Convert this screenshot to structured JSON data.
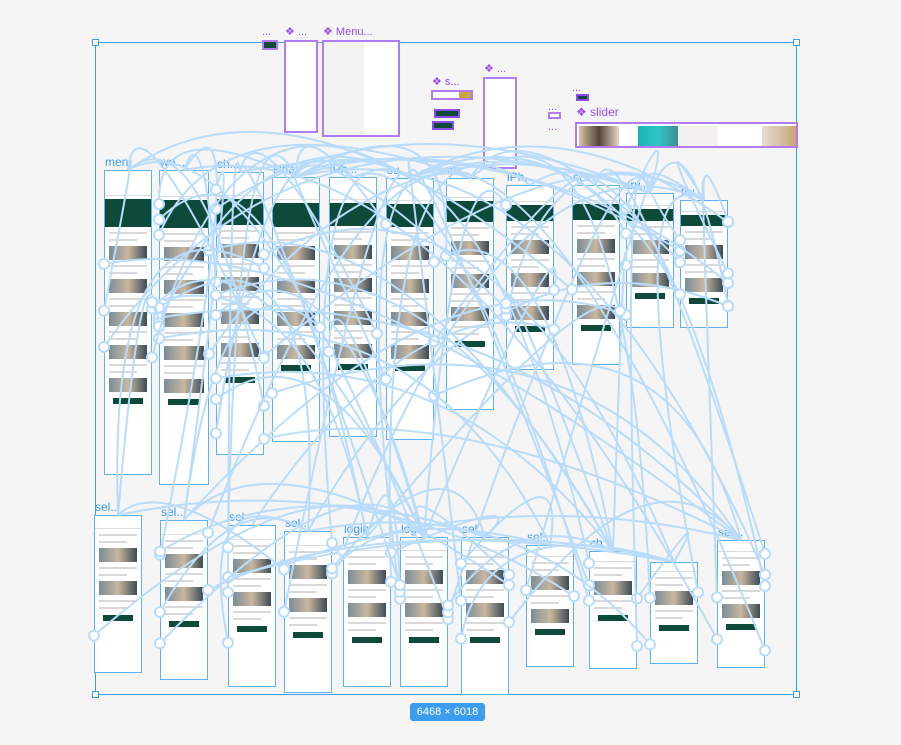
{
  "canvas": {
    "selection_size": "6468 × 6018",
    "accent_color": "#3b9cf0",
    "component_color": "#9a4cf5",
    "brand_color": "#0e4a3a"
  },
  "components": [
    {
      "label": "..."
    },
    {
      "label": "❖ ..."
    },
    {
      "label": "❖ Menu..."
    },
    {
      "label": "❖ s..."
    },
    {
      "label": "❖ ..."
    },
    {
      "label": "..."
    },
    {
      "label": "..."
    },
    {
      "label": "..."
    },
    {
      "label": "❖ slider"
    }
  ],
  "frames_top": [
    {
      "label": "men"
    },
    {
      "label": "wo..."
    },
    {
      "label": "ch..."
    },
    {
      "label": "kida"
    },
    {
      "label": "iPh..."
    },
    {
      "label": "su..."
    },
    {
      "label": "ch..."
    },
    {
      "label": "iPh..."
    },
    {
      "label": "sel..."
    },
    {
      "label": "try..."
    },
    {
      "label": "try..."
    }
  ],
  "frames_bottom": [
    {
      "label": "sel..."
    },
    {
      "label": "sel..."
    },
    {
      "label": "sel"
    },
    {
      "label": "sel..."
    },
    {
      "label": "login"
    },
    {
      "label": "login"
    },
    {
      "label": "sel"
    },
    {
      "label": "sel..."
    },
    {
      "label": "ch"
    },
    {
      "label": ""
    },
    {
      "label": "sel..."
    }
  ]
}
